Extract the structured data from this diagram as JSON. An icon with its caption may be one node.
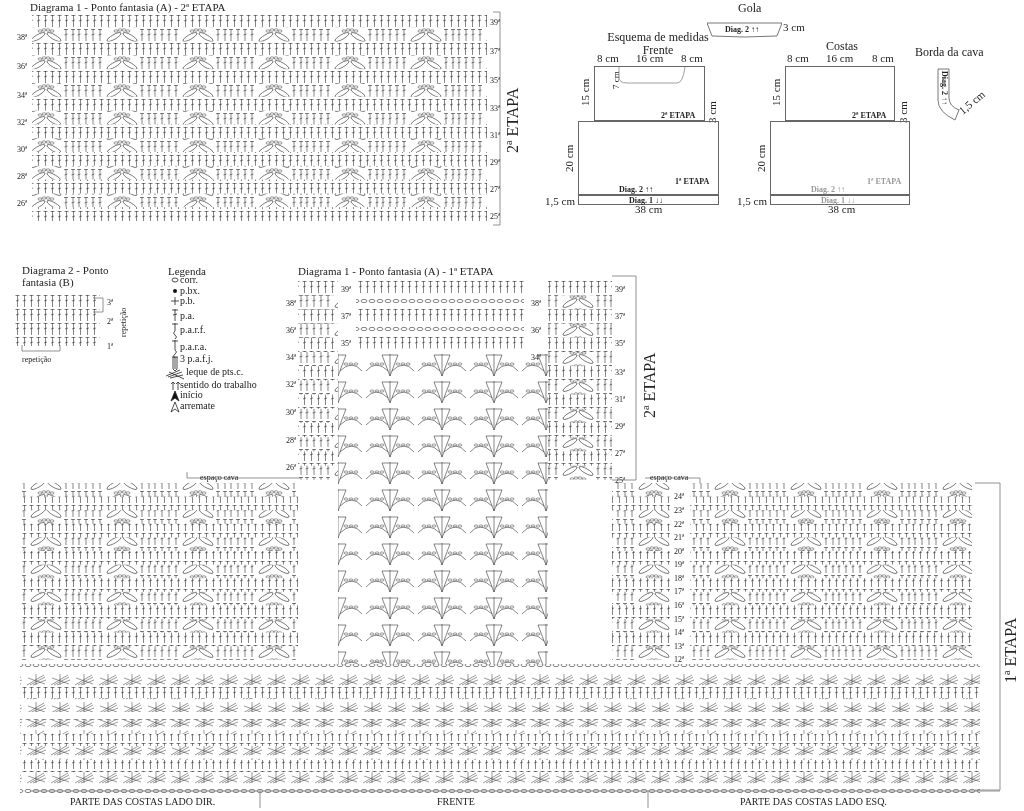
{
  "diagram": {
    "nodes": [
      {
        "text": [
          "Diag. 2 ↑↑"
        ]
      },
      {
        "text": [
          "2ª ETAPA"
        ]
      },
      {
        "text": [
          "1ª ETAPA",
          "Diag. 2 ↑↑"
        ]
      },
      {
        "text": [
          "Diag. 1 ↓↓"
        ]
      },
      {
        "text": [
          "2ª ETAPA"
        ]
      },
      {
        "text": [
          "1ª ETAPA",
          "Diag. 2 ↑↑"
        ]
      },
      {
        "text": [
          "Diag. 1 ↓↓"
        ]
      },
      {
        "text": [
          "Diag. 2 ↑↑"
        ]
      }
    ],
    "labels": [
      "Diagrama 1 - Ponto fantasia (A) - 2ª ETAPA",
      "39ª",
      "38ª",
      "37ª",
      "36ª",
      "35ª",
      "34ª",
      "33ª",
      "32ª",
      "31ª",
      "30ª",
      "29ª",
      "28ª",
      "27ª",
      "26ª",
      "25ª",
      "2ª ETAPA",
      "Gola",
      "3 cm",
      "Esquema de medidas Frente",
      "8 cm",
      "16 cm",
      "8 cm",
      "7 cm",
      "15 cm",
      "3 cm",
      "20 cm",
      "1,5 cm",
      "38 cm",
      "Costas",
      "8 cm",
      "16 cm",
      "8 cm",
      "15 cm",
      "3 cm",
      "20 cm",
      "1,5 cm",
      "38 cm",
      "Borda da cava",
      "1,5 cm",
      "Diagrama 2 - Ponto fantasia (B)",
      "3ª",
      "2ª",
      "1ª",
      "repetição",
      "repetição",
      "Legenda",
      "Diagrama 1 - Ponto fantasia (A) - 1ª ETAPA",
      "39ª",
      "39ª",
      "38ª",
      "38ª",
      "37ª",
      "37ª",
      "36ª",
      "36ª",
      "35ª",
      "35ª",
      "34ª",
      "34ª",
      "33ª",
      "32ª",
      "31ª",
      "30ª",
      "29ª",
      "28ª",
      "27ª",
      "26ª",
      "25ª",
      "2ª ETAPA",
      "espaço cava",
      "espaço cava",
      "24ª",
      "23ª",
      "22ª",
      "21ª",
      "20ª",
      "19ª",
      "18ª",
      "17ª",
      "16ª",
      "15ª",
      "14ª",
      "13ª",
      "12ª",
      "1ª ETAPA",
      "PARTE DAS COSTAS LADO DIR.",
      "FRENTE",
      "PARTE DAS COSTAS LADO ESQ."
    ],
    "legend": [
      {
        "text": "corr."
      },
      {
        "text": "p.bx."
      },
      {
        "text": "p.b."
      },
      {
        "text": "p.a."
      },
      {
        "text": "p.a.r.f."
      },
      {
        "text": "p.a.r.a."
      },
      {
        "text": "3 p.a.f.j."
      },
      {
        "text": "leque de pts.c."
      },
      {
        "text": "sentido do trabalho"
      },
      {
        "text": "início"
      },
      {
        "text": "arremate"
      }
    ]
  }
}
